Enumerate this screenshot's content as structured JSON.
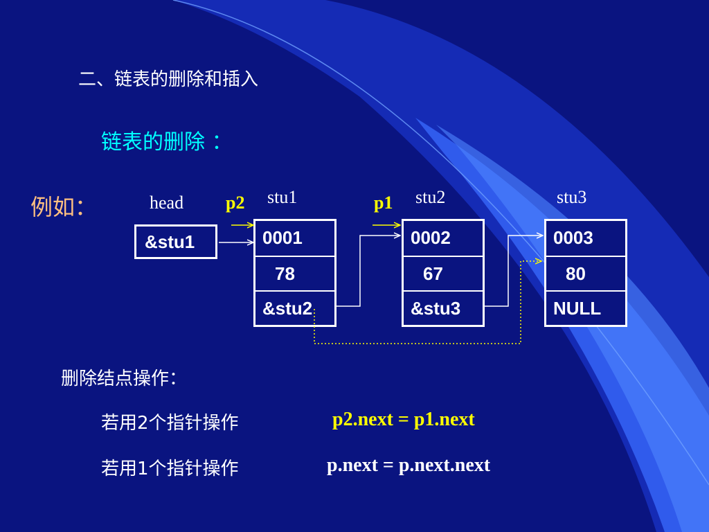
{
  "slide": {
    "title": "二、链表的删除和插入",
    "subtitle": "链表的删除 ：",
    "example_label": "例如：",
    "head_label": "head",
    "head_value": "&stu1",
    "pointers": {
      "p1": "p1",
      "p2": "p2"
    },
    "nodes": [
      {
        "name": "stu1",
        "num": "0001",
        "score": "78",
        "next": "&stu2"
      },
      {
        "name": "stu2",
        "num": "0002",
        "score": "67",
        "next": "&stu3"
      },
      {
        "name": "stu3",
        "num": "0003",
        "score": "80",
        "next": "NULL"
      }
    ],
    "operation_title": "删除结点操作：",
    "op_two_ptr_label": "若用2个指针操作",
    "op_two_ptr_code": "p2.next = p1.next",
    "op_one_ptr_label": "若用1个指针操作",
    "op_one_ptr_code": "p.next = p.next.next"
  },
  "colors": {
    "background": "#0a1480",
    "subtitle": "#00ffff",
    "example": "#ffc080",
    "pointer": "#ffff00",
    "text": "#ffffff"
  }
}
